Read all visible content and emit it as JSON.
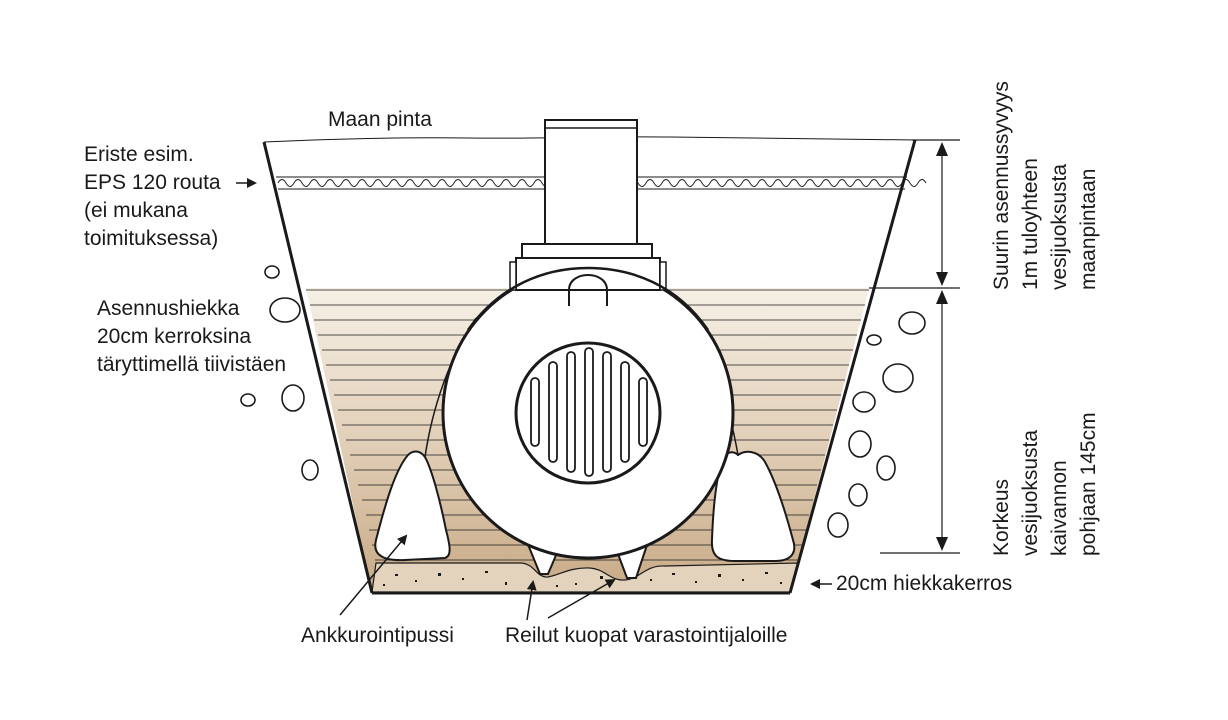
{
  "labels": {
    "ground_surface": "Maan pinta",
    "insulation": [
      "Eriste esim.",
      "EPS 120 routa",
      "(ei mukana",
      "toimituksessa)"
    ],
    "install_sand": [
      "Asennushiekka",
      "20cm kerroksina",
      "täryttimellä tiivistäen"
    ],
    "max_depth": [
      "Suurin asennussyvyys",
      "1m tuloyhteen",
      "vesijuoksusta",
      "maanpintaan"
    ],
    "height": [
      "Korkeus",
      "vesijuoksusta",
      "kaivannon",
      "pohjaan 145cm"
    ],
    "sand_layer": "20cm hiekkakerros",
    "anchor_bag": "Ankkurointipussi",
    "foot_pits": "Reilut kuopat varastointijaloille"
  },
  "colors": {
    "line": "#1a1a1a",
    "sand_light": "#f5ede2",
    "sand_dark": "#c9ad8c",
    "bed": "#e3d3bd"
  }
}
